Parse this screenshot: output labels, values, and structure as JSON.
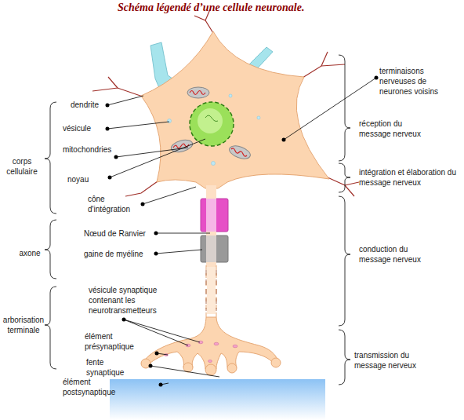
{
  "diagram": {
    "title": "Schéma légendé d’une cellule neuronale.",
    "labels": [
      "dendrite",
      "vésicule",
      "mitochondries",
      "noyau",
      "cône d'intégration",
      "Nœud de Ranvier",
      "gaine de myéline",
      "vésicule synaptique contenant les neurotransmetteurs",
      "élément présynaptique",
      "fente synaptique",
      "élément postsynaptique",
      "corps cellulaire",
      "axone",
      "arborisation terminale",
      "terminaisons nerveuses de neurones voisins",
      "réception du message nerveux",
      "intégration et élaboration du message nerveux",
      "conduction du message nerveux",
      "transmission du message nerveux"
    ]
  }
}
